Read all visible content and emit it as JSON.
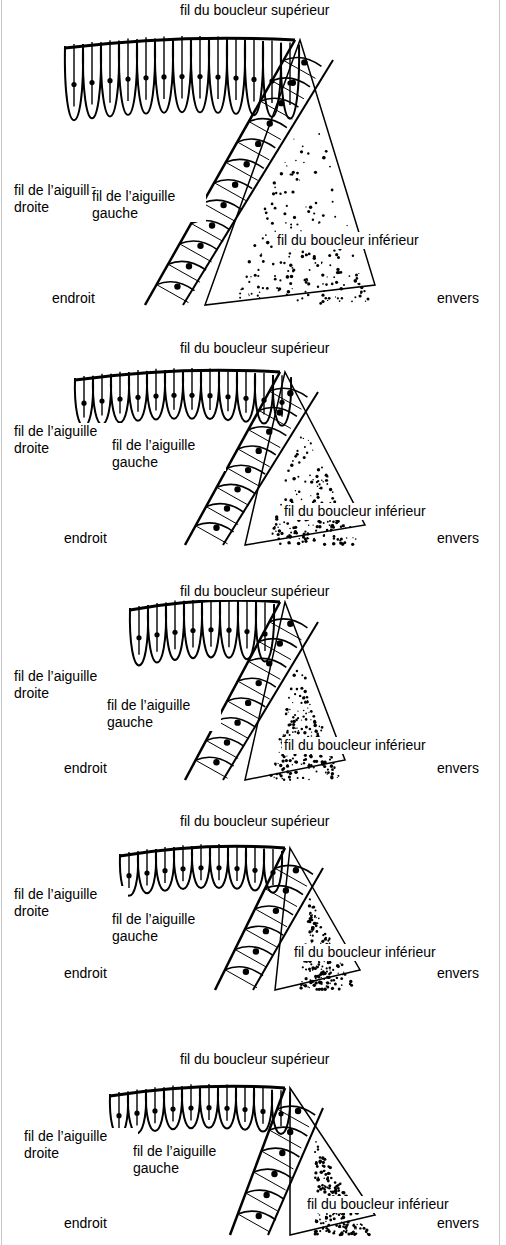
{
  "diagram": {
    "labels": [
      "fil du boucleur supérieur",
      "fil de l’aiguille droite",
      "fil de l’aiguille gauche",
      "fil du boucleur inférieur",
      "endroit",
      "envers",
      "fil du boucleur supérieur",
      "fil de l’aiguille droite",
      "fil de l’aiguille gauche",
      "fil du boucleur inférieur",
      "endroit",
      "envers",
      "fil du boucleur supérieur",
      "fil de l’aiguille droite",
      "fil de l’aiguille gauche",
      "fil du boucleur inférieur",
      "endroit",
      "envers",
      "fil du boucleur supérieur",
      "fil de l’aiguille droite",
      "fil de l’aiguille gauche",
      "fil du boucleur inférieur",
      "endroit",
      "envers",
      "fil du boucleur supérieur",
      "fil de l’aiguille droite",
      "fil de l’aiguille gauche",
      "fil du boucleur inférieur",
      "endroit",
      "envers"
    ]
  }
}
